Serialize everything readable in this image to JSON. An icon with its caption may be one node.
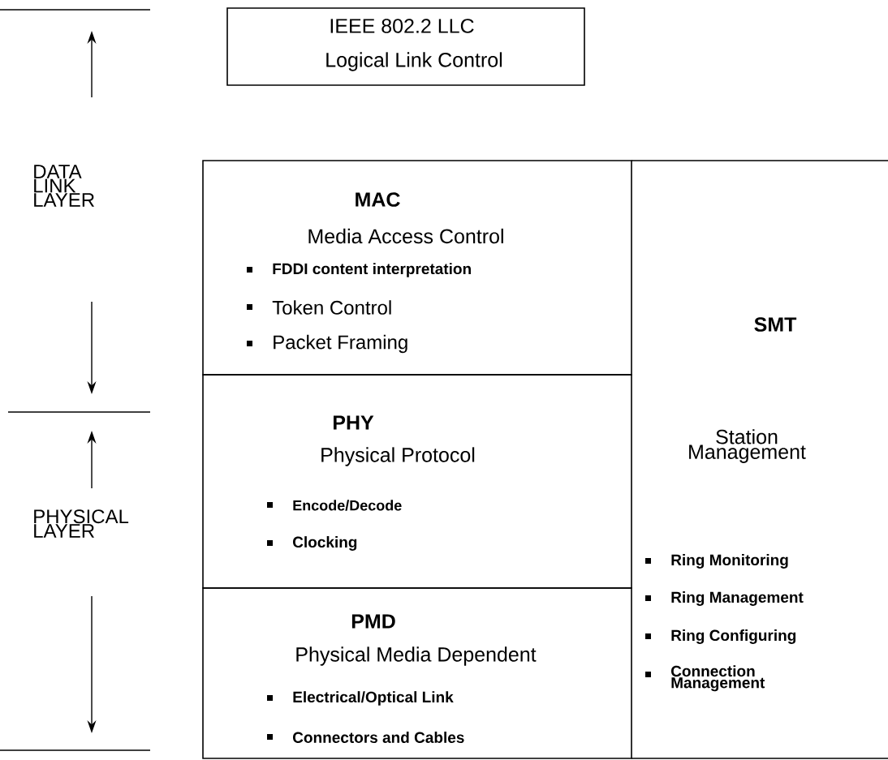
{
  "diagram": {
    "nodes": [
      {
        "text": [
          "IEEE 802.2 LLC",
          "Logical Link Control"
        ]
      },
      {
        "text": [
          "MAC",
          "Media Access Control",
          "FDDI content interpretation",
          "Token Control",
          "Packet Framing"
        ]
      },
      {
        "text": [
          "PHY",
          "Physical Protocol",
          "Encode/Decode",
          "Clocking"
        ]
      },
      {
        "text": [
          "PMD",
          "Physical Media Dependent",
          "Electrical/Optical Link",
          "Connectors and Cables"
        ]
      },
      {
        "text": [
          "SMT",
          "Station Management",
          "Ring Monitoring",
          "Ring Management",
          "Ring Configuring",
          "Connection Management"
        ]
      }
    ],
    "labels": [
      "DATA LINK LAYER",
      "PHYSICAL LAYER"
    ]
  }
}
